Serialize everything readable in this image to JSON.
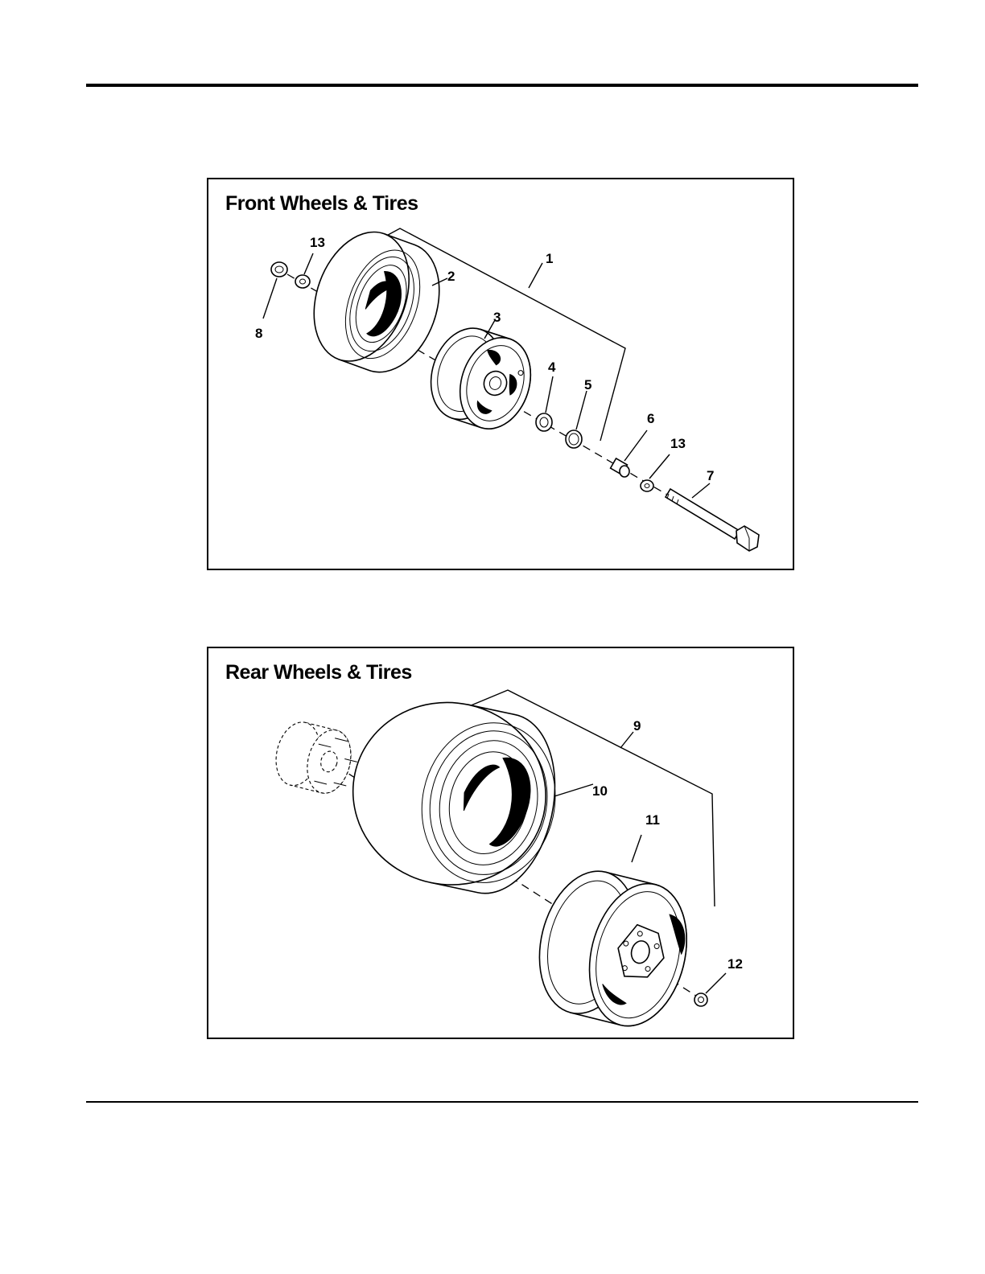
{
  "front_panel": {
    "title": "Front Wheels & Tires",
    "callouts": [
      "1",
      "2",
      "3",
      "4",
      "5",
      "6",
      "7",
      "8",
      "13",
      "13"
    ]
  },
  "rear_panel": {
    "title": "Rear Wheels & Tires",
    "callouts": [
      "9",
      "10",
      "11",
      "12"
    ]
  }
}
